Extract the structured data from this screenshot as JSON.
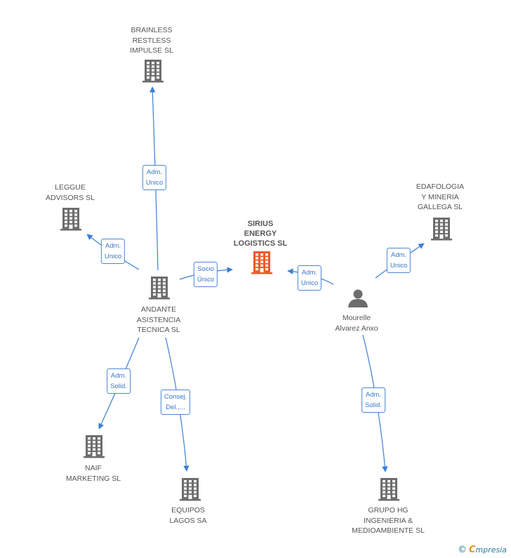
{
  "colors": {
    "edge": "#3a7fd5",
    "building": "#6d6d6d",
    "center": "#f05a2a",
    "person": "#6d6d6d"
  },
  "nodes": [
    {
      "id": "sirius",
      "type": "building",
      "center": true,
      "label": "SIRIUS\nENERGY\nLOGISTICS SL"
    },
    {
      "id": "brainless",
      "type": "building",
      "label": "BRAINLESS\nRESTLESS\nIMPULSE SL"
    },
    {
      "id": "leggue",
      "type": "building",
      "label": "LEGGUE\nADVISORS  SL"
    },
    {
      "id": "andante",
      "type": "building",
      "label": "ANDANTE\nASISTENCIA\nTECNICA SL"
    },
    {
      "id": "naif",
      "type": "building",
      "label": "NAIF\nMARKETING SL"
    },
    {
      "id": "equipos",
      "type": "building",
      "label": "EQUIPOS\nLAGOS SA"
    },
    {
      "id": "edafologia",
      "type": "building",
      "label": "EDAFOLOGIA\nY MINERIA\nGALLEGA SL"
    },
    {
      "id": "mourelle",
      "type": "person",
      "label": "Mourelle\nAlvarez Anxo"
    },
    {
      "id": "grupo",
      "type": "building",
      "label": "GRUPO HG\nINGENIERIA &\nMEDIOAMBIENTE SL"
    }
  ],
  "edges": [
    {
      "from": "andante",
      "to": "brainless",
      "label": "Adm.\nUnico"
    },
    {
      "from": "andante",
      "to": "leggue",
      "label": "Adm.\nUnico"
    },
    {
      "from": "andante",
      "to": "sirius",
      "label": "Socio\nÚnico"
    },
    {
      "from": "andante",
      "to": "naif",
      "label": "Adm.\nSolid."
    },
    {
      "from": "andante",
      "to": "equipos",
      "label": "Consej.\nDel.,..."
    },
    {
      "from": "mourelle",
      "to": "sirius",
      "label": "Adm.\nUnico"
    },
    {
      "from": "mourelle",
      "to": "edafologia",
      "label": "Adm.\nUnico"
    },
    {
      "from": "mourelle",
      "to": "grupo",
      "label": "Adm.\nSolid."
    }
  ],
  "watermark": {
    "copyright": "©",
    "brand_initial": "C",
    "brand_rest": "mpresia"
  }
}
